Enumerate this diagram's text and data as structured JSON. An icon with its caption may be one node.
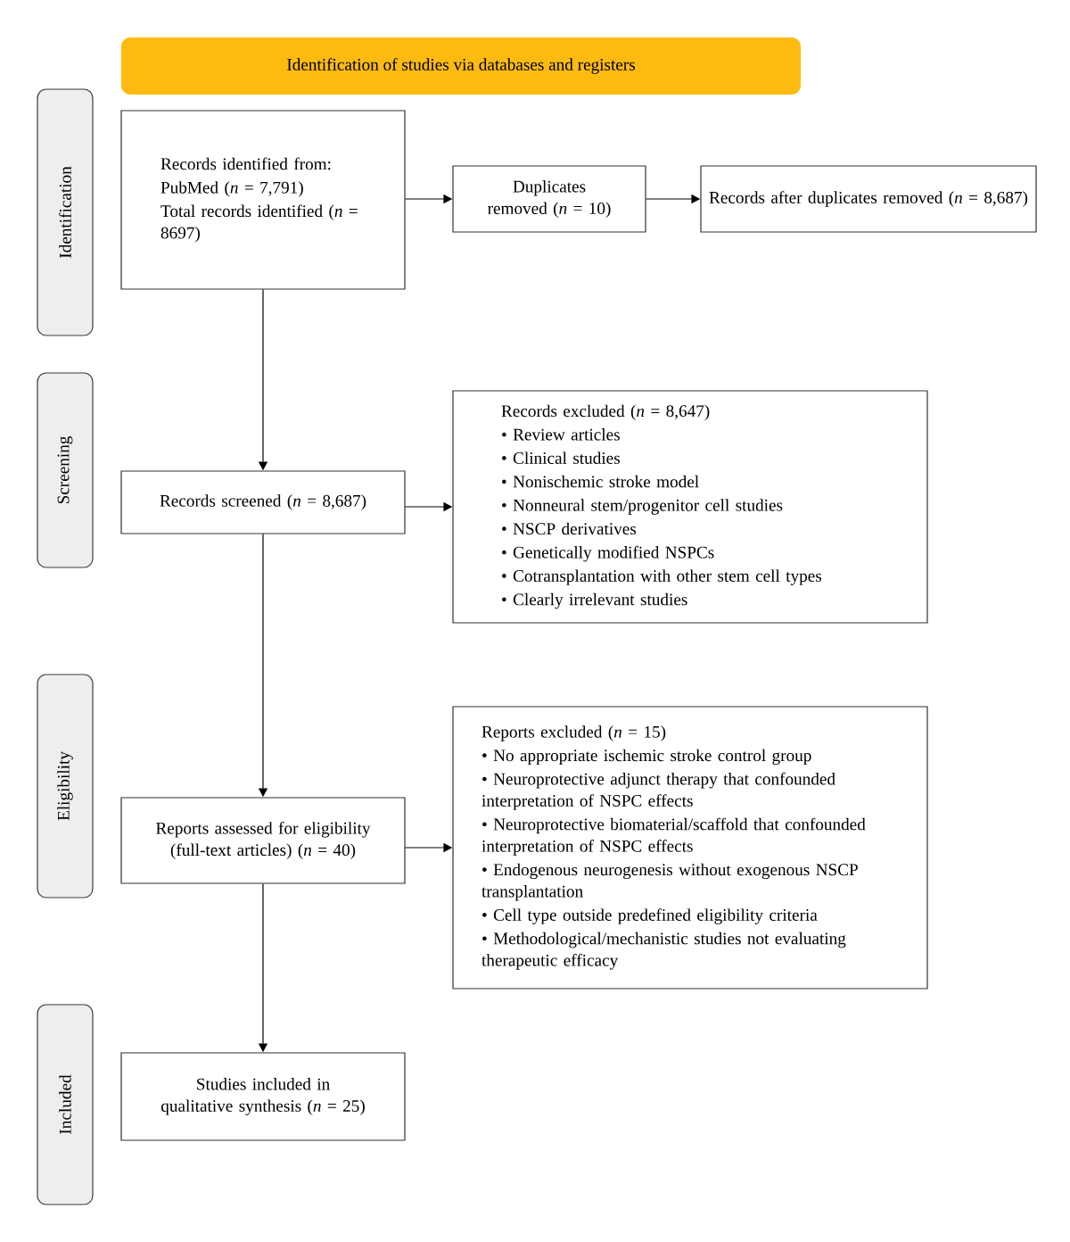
{
  "diagram": {
    "nodes": [
      {
        "text": [
          "Identification of studies via databases and registers"
        ]
      },
      {
        "text": [
          "Identification"
        ]
      },
      {
        "text": [
          "Screening"
        ]
      },
      {
        "text": [
          "Eligibility"
        ]
      },
      {
        "text": [
          "Included"
        ]
      },
      {
        "text": [
          "Records identified from:",
          "PubMed (*n* = 7,791)",
          "Total records identified (*n* = 8697)"
        ]
      },
      {
        "text": [
          "Duplicates removed (*n* = 10)"
        ]
      },
      {
        "text": [
          "Records after duplicates removed (*n* = 8,687)"
        ]
      },
      {
        "text": [
          "Records screened (*n* = 8,687)"
        ]
      },
      {
        "text": [
          "Records excluded (*n* = 8,647)",
          "• Review articles",
          "• Clinical studies",
          "• Nonischemic stroke model",
          "• Nonneural stem/progenitor cell studies",
          "• NSCP derivatives",
          "• Genetically modified NSPCs",
          "• Cotransplantation with other stem cell types",
          "• Clearly irrelevant studies"
        ]
      },
      {
        "text": [
          "Reports assessed for eligibility (full-text articles) (*n* = 40)"
        ]
      },
      {
        "text": [
          "Reports excluded (*n* = 15)",
          "• No appropriate ischemic stroke control group",
          "• Neuroprotective adjunct therapy that confounded interpretation of NSPC effects",
          "• Neuroprotective biomaterial/scaffold that confounded interpretation of NSPC effects",
          "• Endogenous neurogenesis without exogenous NSCP transplantation",
          "• Cell type outside predefined eligibility criteria",
          "• Methodological/mechanistic studies not evaluating therapeutic efficacy"
        ]
      },
      {
        "text": [
          "Studies included in qualitative synthesis (*n* = 25)"
        ]
      }
    ],
    "edges": [
      {
        "from": 5,
        "to": 6,
        "arrow": "to"
      },
      {
        "from": 6,
        "to": 7,
        "arrow": "to"
      },
      {
        "from": 5,
        "to": 8,
        "arrow": "to"
      },
      {
        "from": 8,
        "to": 9,
        "arrow": "to"
      },
      {
        "from": 8,
        "to": 10,
        "arrow": "to"
      },
      {
        "from": 10,
        "to": 11,
        "arrow": "to"
      },
      {
        "from": 10,
        "to": 12,
        "arrow": "to"
      }
    ]
  }
}
